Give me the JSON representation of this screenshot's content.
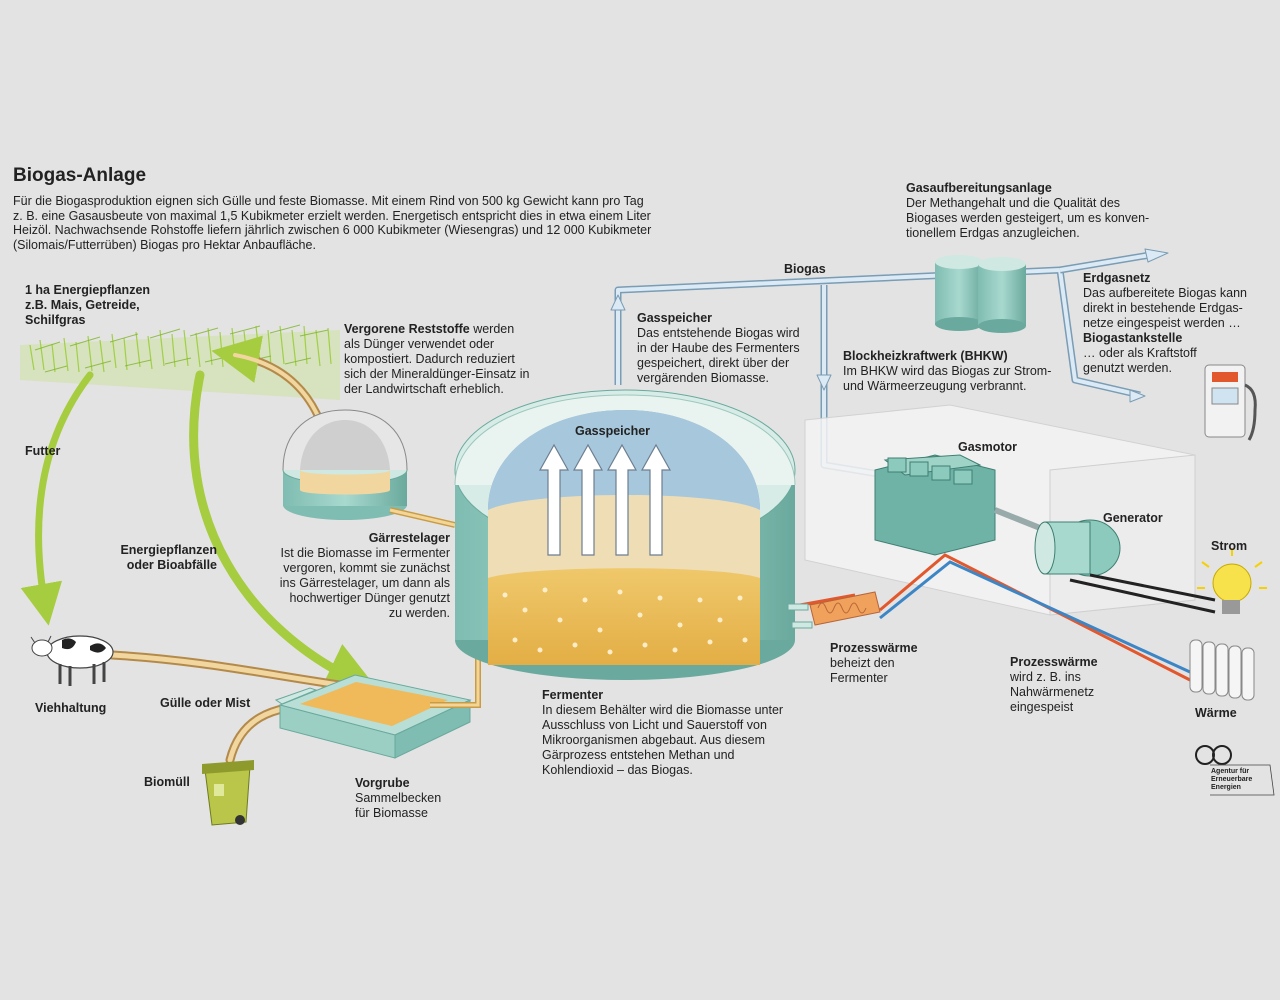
{
  "title": "Biogas-Anlage",
  "intro": "Für die Biogasproduktion eignen sich Gülle und feste Biomasse. Mit einem Rind von 500 kg Gewicht kann pro Tag z. B. eine Gasausbeute von maximal 1,5 Kubikmeter erzielt werden. Energetisch entspricht dies in etwa einem Liter Heizöl. Nachwachsende Rohstoffe liefern jährlich zwischen 6 000 Kubikmeter (Wiesengras) und 12 000 Kubikmeter (Silomais/Futterrüben) Biogas pro Hektar Anbaufläche.",
  "labels": {
    "energy_plants_title": "1 ha Energiepflanzen",
    "energy_plants_sub1": "z.B. Mais, Getreide,",
    "energy_plants_sub2": "Schilfgras",
    "futter": "Futter",
    "energy_waste_1": "Energiepflanzen",
    "energy_waste_2": "oder Bioabfälle",
    "livestock": "Viehhaltung",
    "manure": "Gülle oder Mist",
    "biowaste": "Biomüll",
    "pit_title": "Vorgrube",
    "pit_text_1": "Sammelbecken",
    "pit_text_2": "für Biomasse",
    "residues_title": "Vergorene Reststoffe",
    "residues_text_1": " werden",
    "residues_text_2": "als Dünger verwendet oder",
    "residues_text_3": "kompostiert. Dadurch reduziert",
    "residues_text_4": "sich der Mineraldünger-Einsatz in",
    "residues_text_5": "der Landwirtschaft erheblich.",
    "digestate_title": "Gärrestelager",
    "digestate_text_1": "Ist die Biomasse im Fermenter",
    "digestate_text_2": "vergoren, kommt sie zunächst",
    "digestate_text_3": "ins Gärrestelager, um dann als",
    "digestate_text_4": "hochwertiger Dünger genutzt",
    "digestate_text_5": "zu werden.",
    "gas_storage_inner": "Gasspeicher",
    "gas_storage_title": "Gasspeicher",
    "gas_storage_text_1": "Das entstehende Biogas wird",
    "gas_storage_text_2": "in der Haube des Fermenters",
    "gas_storage_text_3": "gespeichert, direkt über der",
    "gas_storage_text_4": "vergärenden Biomasse.",
    "biogas": "Biogas",
    "upgrade_title": "Gasaufbereitungsanlage",
    "upgrade_text_1": "Der Methangehalt und die Qualität des",
    "upgrade_text_2": "Biogases werden gesteigert, um es konven-",
    "upgrade_text_3": "tionellem Erdgas anzugleichen.",
    "grid_title": "Erdgasnetz",
    "grid_text_1": "Das aufbereitete Biogas kann",
    "grid_text_2": "direkt in bestehende Erdgas-",
    "grid_text_3": "netze eingespeist werden …",
    "station_title": "Biogastankstelle",
    "station_text_1": "… oder als Kraftstoff",
    "station_text_2": "genutzt werden.",
    "chp_title": "Blockheizkraftwerk (BHKW)",
    "chp_text_1": "Im BHKW wird das Biogas zur Strom-",
    "chp_text_2": "und Wärmeerzeugung verbrannt.",
    "engine": "Gasmotor",
    "generator": "Generator",
    "electricity": "Strom",
    "heat": "Wärme",
    "process_heat_1_title": "Prozesswärme",
    "process_heat_1_text_1": "beheizt den",
    "process_heat_1_text_2": "Fermenter",
    "process_heat_2_title": "Prozesswärme",
    "process_heat_2_text_1": "wird z. B. ins",
    "process_heat_2_text_2": "Nahwärmenetz",
    "process_heat_2_text_3": "eingespeist",
    "fermenter_title": "Fermenter",
    "fermenter_text_1": "In diesem Behälter wird die Biomasse unter",
    "fermenter_text_2": "Ausschluss von Licht und Sauerstoff von",
    "fermenter_text_3": "Mikroorganismen abgebaut. Aus diesem",
    "fermenter_text_4": "Gärprozess entstehen Methan und",
    "fermenter_text_5": "Kohlendioxid – das Biogas.",
    "logo_line_1": "Agentur für",
    "logo_line_2": "Erneuerbare",
    "logo_line_3": "Energien"
  },
  "colors": {
    "background": "#e3e3e3",
    "tank": "#8fc9be",
    "pipe_gas": "#b9d3e6",
    "arrow_green": "#b5d64a",
    "biomass": "#e8b957",
    "hot": "#e2572c",
    "cold": "#3d86c6"
  }
}
